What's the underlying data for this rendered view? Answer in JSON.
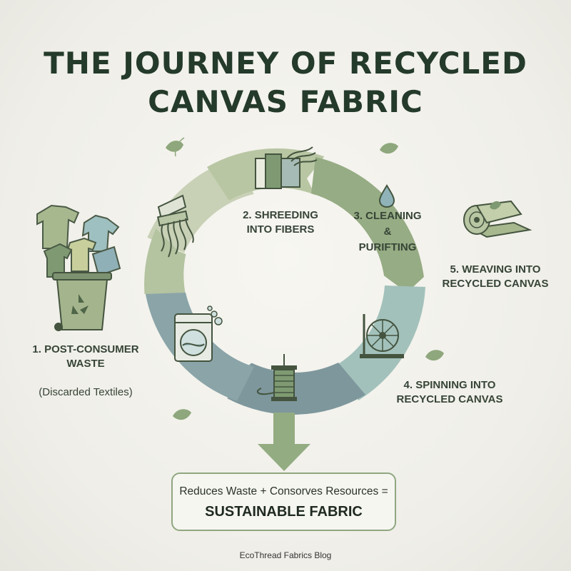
{
  "title": {
    "line1": "THE JOURNEY OF RECYCLED",
    "line2": "CANVAS FABRIC"
  },
  "steps": [
    {
      "line1": "1. POST-CONSUMER",
      "line2": "WASTE",
      "note": "(Discarded Textiles)",
      "icon": "trash-bin-clothes-icon"
    },
    {
      "line1": "2. SHREEDING",
      "line2": "INTO FIBERS",
      "icon": "shredder-machine-icon"
    },
    {
      "line1": "3. CLEANING",
      "line2": "&",
      "line3": "PURIFTING",
      "icon": "water-drop-icon"
    },
    {
      "line1": "4. SPINNING INTO",
      "line2": "RECYCLED CANVAS",
      "icon": "spinning-wheel-icon"
    },
    {
      "line1": "5. WEAVING INTO",
      "line2": "RECYCLED CANVAS",
      "icon": "fabric-roll-icon"
    }
  ],
  "result": {
    "equation": "Reduces Waste + Consorves Resources =",
    "outcome": "SUSTAINABLE FABRIC"
  },
  "footer": "EcoThread Fabrics Blog",
  "colors": {
    "title": "#243a2a",
    "segment_light": "#c3cdb0",
    "segment_sage": "#a9b993",
    "segment_green": "#8ea77c",
    "segment_teal": "#9ebdb8",
    "segment_slate": "#7f9ba0",
    "arrow": "#93ac82"
  }
}
